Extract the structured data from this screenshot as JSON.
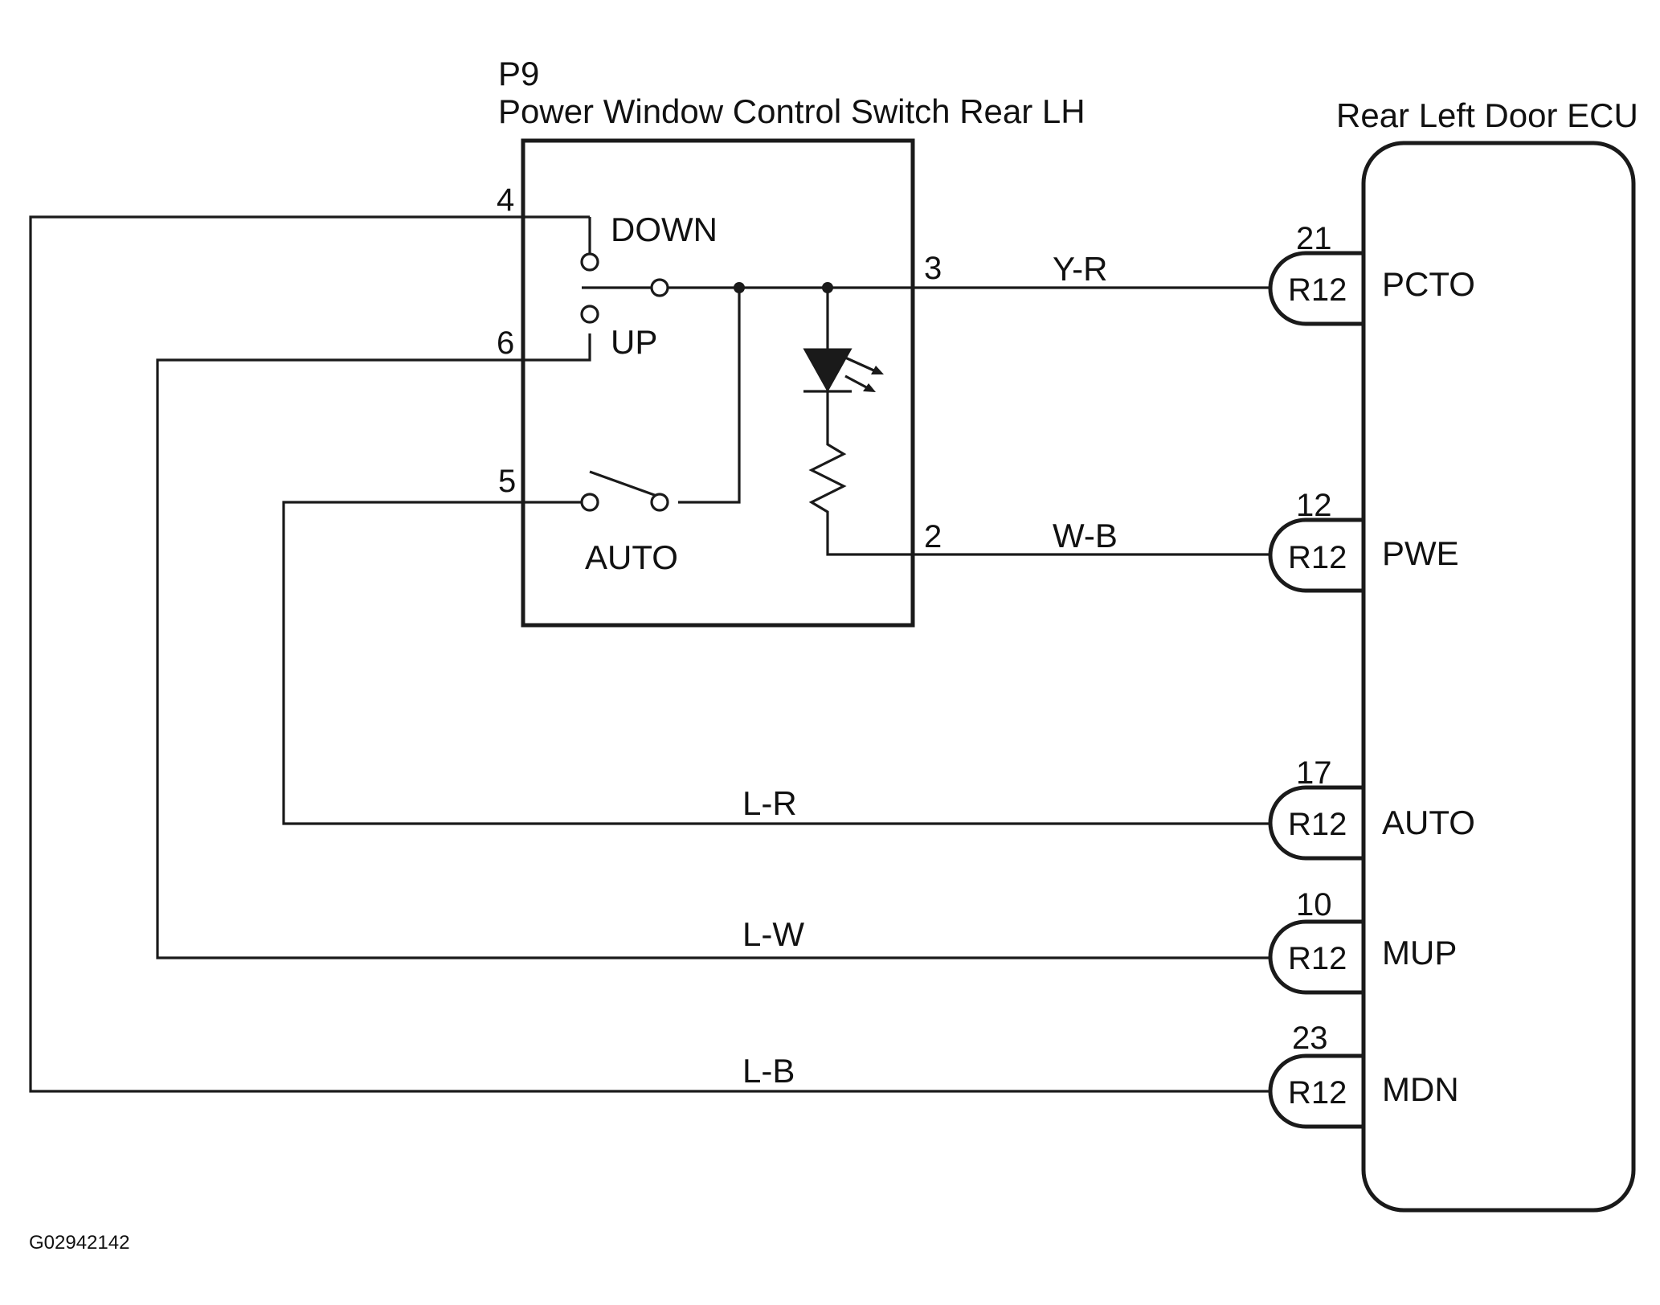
{
  "switch": {
    "code": "P9",
    "name": "Power Window Control Switch Rear LH",
    "labels": {
      "down": "DOWN",
      "up": "UP",
      "auto": "AUTO"
    },
    "pins": {
      "p4": "4",
      "p6": "6",
      "p5": "5",
      "p3": "3",
      "p2": "2"
    }
  },
  "ecu": {
    "name": "Rear Left Door ECU",
    "connector": "R12",
    "terminals": [
      {
        "pin": "21",
        "name": "PCTO",
        "wire": "Y-R"
      },
      {
        "pin": "12",
        "name": "PWE",
        "wire": "W-B"
      },
      {
        "pin": "17",
        "name": "AUTO",
        "wire": "L-R"
      },
      {
        "pin": "10",
        "name": "MUP",
        "wire": "L-W"
      },
      {
        "pin": "23",
        "name": "MDN",
        "wire": "L-B"
      }
    ]
  },
  "figure_id": "G02942142"
}
